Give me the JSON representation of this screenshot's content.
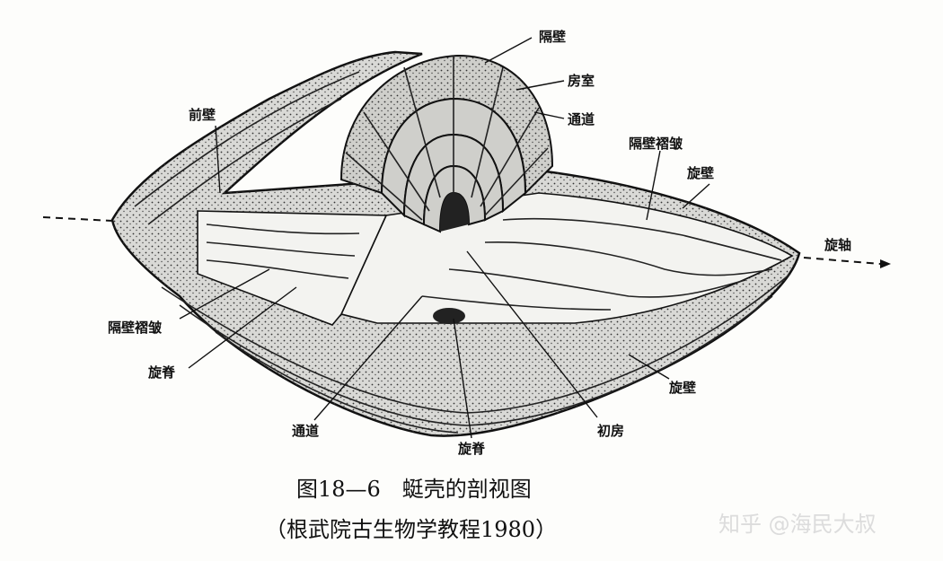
{
  "labels": {
    "geban_top": "隔壁",
    "fangshi": "房室",
    "tongdao_top": "通道",
    "qianbi": "前壁",
    "geban_zhezhou_right": "隔壁褶皱",
    "xuanbi_top": "旋壁",
    "xuanzhou": "旋轴",
    "geban_zhezhou_left": "隔壁褶皱",
    "xuanji_left": "旋脊",
    "tongdao_bottom": "通道",
    "xuanji_bottom": "旋脊",
    "chufang": "初房",
    "xuanbi_bottom": "旋壁"
  },
  "caption": {
    "title": "图18—6　蜓壳的剖视图",
    "source": "（根武院古生物学教程1980）"
  },
  "watermark": "知乎 @海民大叔",
  "colors": {
    "ink": "#111111",
    "paper": "#fdfdfb",
    "shell": "#d9d9d6"
  }
}
